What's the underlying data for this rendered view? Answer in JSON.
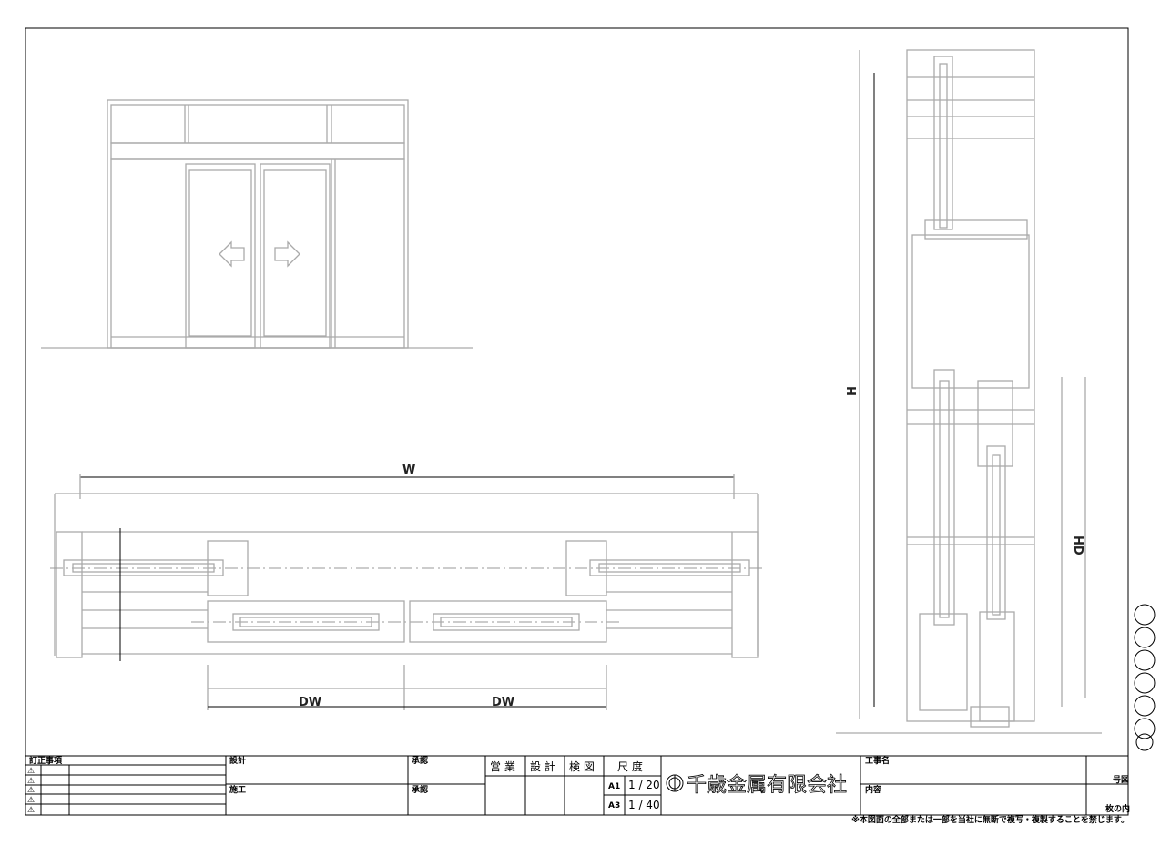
{
  "dimensions": {
    "width": "W",
    "door_width": "DW",
    "height": "H",
    "door_height": "HD"
  },
  "title_block": {
    "revisions_label": "訂正事項",
    "design_label": "設計",
    "approval_label": "承認",
    "construction_label": "施工",
    "approval2_label": "承認",
    "sales": "営 業",
    "design": "設 計",
    "check": "検 図",
    "scale_label": "尺 度",
    "scales": [
      {
        "paper": "A1",
        "ratio": "1 / 20"
      },
      {
        "paper": "A3",
        "ratio": "1 / 40"
      }
    ],
    "company": "千歳金属有限会社",
    "project_label": "工事名",
    "drawing_no_label": "号図",
    "content_label": "内容",
    "sheet_label": "枚の内",
    "notice": "※本図面の全部または一部を当社に無断で複写・複製することを禁じます。"
  }
}
